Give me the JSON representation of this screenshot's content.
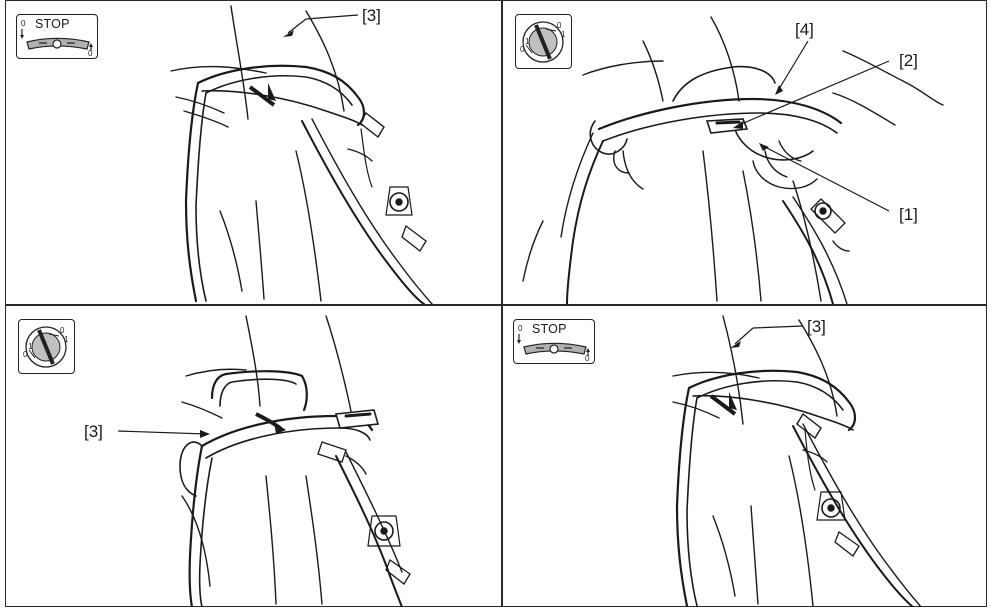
{
  "panels": {
    "top_left": {
      "stop_icon": {
        "label": "STOP",
        "mark_top": "0",
        "mark_bottom": "0"
      },
      "callouts": [
        "[3]"
      ]
    },
    "top_right": {
      "throttle_icon": {
        "label_a": "0",
        "label_b": "1",
        "label_c": "0",
        "label_d": "1"
      },
      "callouts": [
        "[4]",
        "[2]",
        "[1]"
      ]
    },
    "bottom_left": {
      "throttle_icon": {
        "label_a": "0",
        "label_b": "1",
        "label_c": "0",
        "label_d": "1"
      },
      "callouts": [
        "[3]"
      ]
    },
    "bottom_right": {
      "stop_icon": {
        "label": "STOP",
        "mark_top": "0",
        "mark_bottom": "0"
      },
      "callouts": [
        "[3]"
      ]
    }
  },
  "colors": {
    "line": "#1a1a1a",
    "shade": "#3a3a3a",
    "background": "#ffffff"
  }
}
